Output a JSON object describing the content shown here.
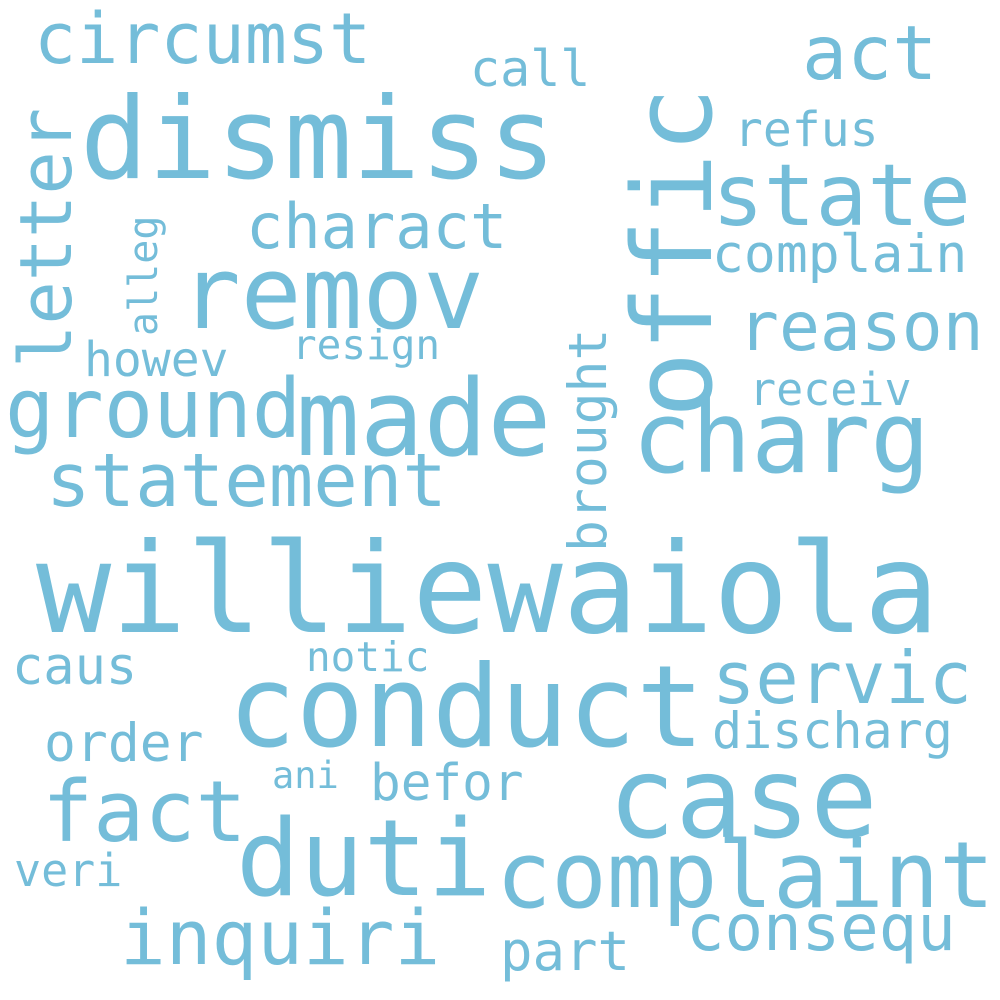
{
  "style": {
    "word_color": "#74BDD9",
    "background": "#FFFFFF"
  },
  "words": {
    "williewaiola": "williewaiola",
    "conduct": "conduct",
    "dismiss": "dismiss",
    "offic": "offic",
    "case": "case",
    "charg": "charg",
    "duti": "duti",
    "remov": "remov",
    "made": "made",
    "complaint": "complaint",
    "state": "state",
    "ground": "ground",
    "statement": "statement",
    "fact": "fact",
    "inquiri": "inquiri",
    "circumst": "circumst",
    "act": "act",
    "servic": "servic",
    "reason": "reason",
    "consequ": "consequ",
    "charact": "charact",
    "letter": "letter",
    "complain": "complain",
    "discharg": "discharg",
    "brought": "brought",
    "order": "order",
    "caus": "caus",
    "befor": "befor",
    "receiv": "receiv",
    "refus": "refus",
    "part": "part",
    "howev": "howev",
    "veri": "veri",
    "call": "call",
    "resign": "resign",
    "notic": "notic",
    "alleg": "alleg",
    "ani": "ani"
  }
}
